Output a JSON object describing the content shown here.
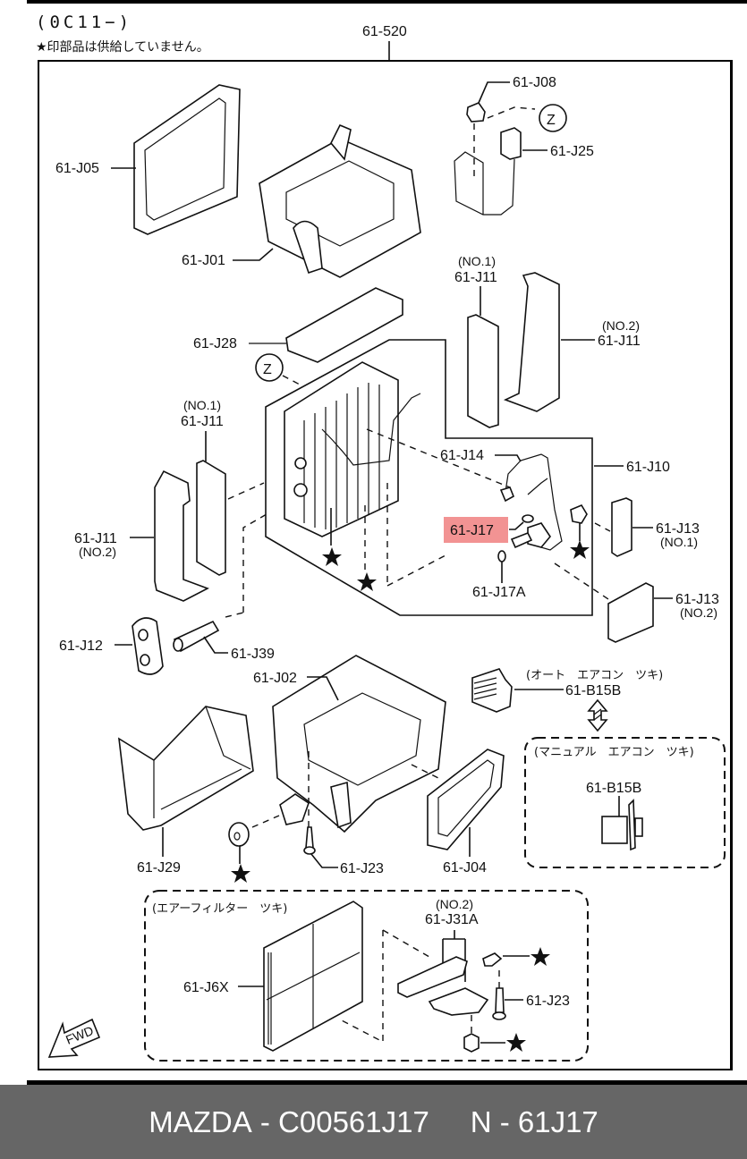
{
  "header": {
    "model_code": "(0C11−)",
    "note": "★印部品は供給していません。",
    "assembly_label": "61-520"
  },
  "diagram": {
    "highlight_color": "#f08080",
    "highlighted_part": "61-J17",
    "callouts": {
      "j08": "61-J08",
      "j25": "61-J25",
      "z_top": "Z",
      "j05": "61-J05",
      "j01": "61-J01",
      "j11_no1_right_note": "(NO.1)",
      "j11_no1_right": "61-J11",
      "j11_no2_right_note": "(NO.2)",
      "j11_no2_right": "61-J11",
      "j28": "61-J28",
      "z_mid": "Z",
      "j11_no1_left_note": "(NO.1)",
      "j11_no1_left": "61-J11",
      "j11_no2_left": "61-J11",
      "j11_no2_left_note": "(NO.2)",
      "j14": "61-J14",
      "j10": "61-J10",
      "j17": "61-J17",
      "j17a": "61-J17A",
      "j13_no1": "61-J13",
      "j13_no1_note": "(NO.1)",
      "j13_no2": "61-J13",
      "j13_no2_note": "(NO.2)",
      "j12": "61-J12",
      "j39": "61-J39",
      "j02": "61-J02",
      "b15b_auto_note": "(オート　エアコン　ツキ)",
      "b15b_auto": "61-B15B",
      "b15b_manual_note": "(マニュアル　エアコン　ツキ)",
      "b15b_manual": "61-B15B",
      "j29": "61-J29",
      "j23": "61-J23",
      "j04": "61-J04",
      "filter_note": "(エアーフィルター　ツキ)",
      "j6x": "61-J6X",
      "j31a_note": "(NO.2)",
      "j31a": "61-J31A",
      "j23_filter": "61-J23",
      "fwd": "FWD"
    }
  },
  "footer": {
    "brand": "MAZDA",
    "part_number": "C00561J17",
    "separator": " - ",
    "ref_prefix": "N",
    "ref_number": "61J17"
  }
}
